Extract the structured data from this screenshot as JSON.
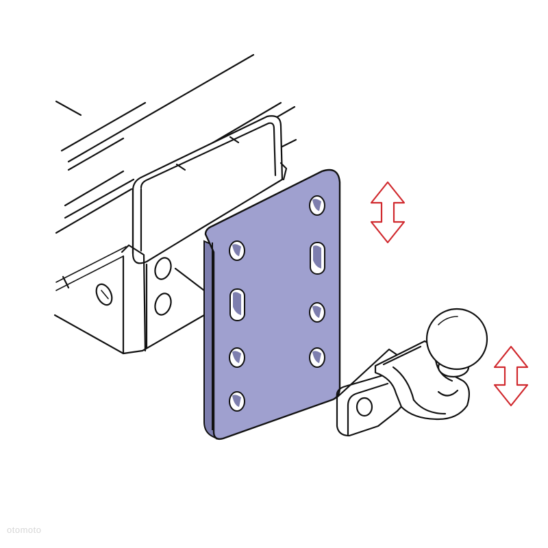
{
  "colors": {
    "plate_fill": "#9fa0cf",
    "plate_side": "#7d7eae",
    "arrow_fill": "#ffffff",
    "arrow_stroke": "#d0282d",
    "line": "#111111",
    "background": "#ffffff",
    "watermark": "#d6d6d6"
  },
  "components": {
    "frame": "vehicle-chassis-frame",
    "mounting_bracket": "chassis-mounting-bracket",
    "plate": "adjustment-plate",
    "towbar": "towbar-ball-hitch"
  },
  "icons": {
    "plate_arrow": "double-headed-vertical-arrow-icon",
    "towbar_arrow": "double-headed-vertical-arrow-icon"
  },
  "watermark": {
    "text": "otomoto"
  }
}
